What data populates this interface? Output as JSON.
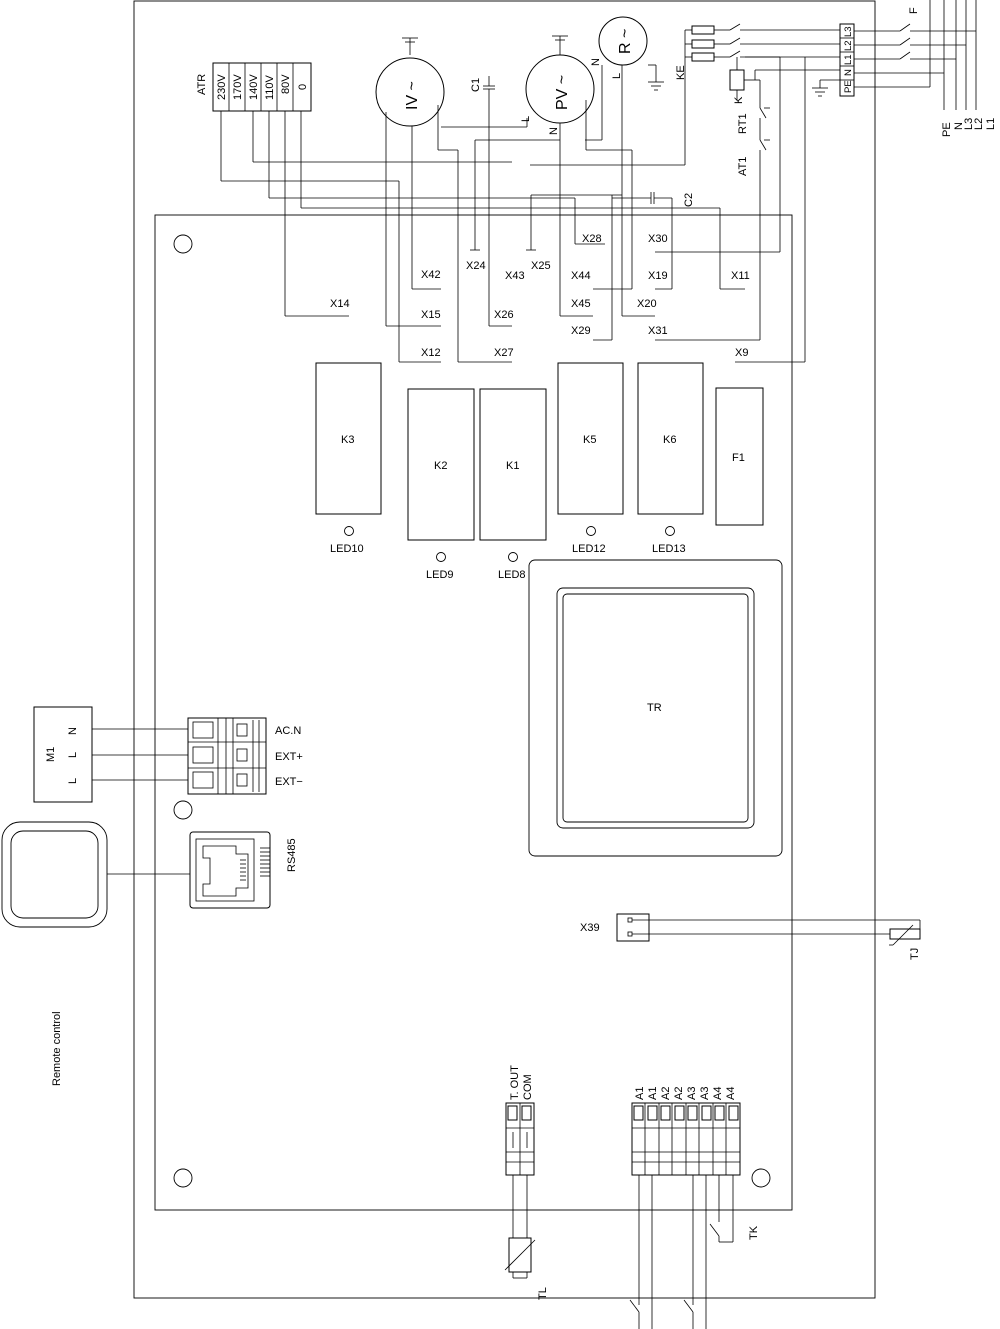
{
  "atr": {
    "title": "ATR",
    "taps": [
      "230V",
      "170V",
      "140V",
      "110V",
      "80V",
      "0"
    ]
  },
  "motors": {
    "iv": "IV ~",
    "pv": "PV ~",
    "r": "R ~"
  },
  "capacitors": {
    "c1": "C1",
    "c2": "C2"
  },
  "top_labels": {
    "ke": "KE",
    "k": "K",
    "rt1": "RT1",
    "at1": "AT1",
    "n_pv": "N",
    "l_pv": "L",
    "n_r": "N",
    "l_r": "L",
    "f": "F",
    "supply_terms": [
      "L3",
      "L2",
      "L1",
      "N",
      "PE"
    ],
    "supply_lines": [
      "PE",
      "N",
      "L3",
      "L2",
      "L1"
    ]
  },
  "terminals": {
    "x28": "X28",
    "x30": "X30",
    "x24": "X24",
    "x43": "X43",
    "x25": "X25",
    "x42": "X42",
    "x44": "X44",
    "x19": "X19",
    "x11": "X11",
    "x14": "X14",
    "x15": "X15",
    "x26": "X26",
    "x45": "X45",
    "x20": "X20",
    "x29": "X29",
    "x31": "X31",
    "x12": "X12",
    "x27": "X27",
    "x9": "X9",
    "x39": "X39"
  },
  "relays": {
    "k3": "K3",
    "k2": "K2",
    "k1": "K1",
    "k5": "K5",
    "k6": "K6",
    "f1": "F1"
  },
  "leds": {
    "led10": "LED10",
    "led9": "LED9",
    "led8": "LED8",
    "led12": "LED12",
    "led13": "LED13"
  },
  "transformer": "TR",
  "m1": {
    "name": "M1",
    "pins": [
      "N",
      "L",
      "L"
    ]
  },
  "connector_labels": [
    "AC.N",
    "EXT+",
    "EXT−"
  ],
  "rs485": "RS485",
  "remote_control": "Remote control",
  "tj": "TJ",
  "tl": "TL",
  "tk": "TK",
  "tout": "T. OUT",
  "com": "COM",
  "a_terms": [
    "A1",
    "A1",
    "A2",
    "A2",
    "A3",
    "A3",
    "A4",
    "A4"
  ]
}
